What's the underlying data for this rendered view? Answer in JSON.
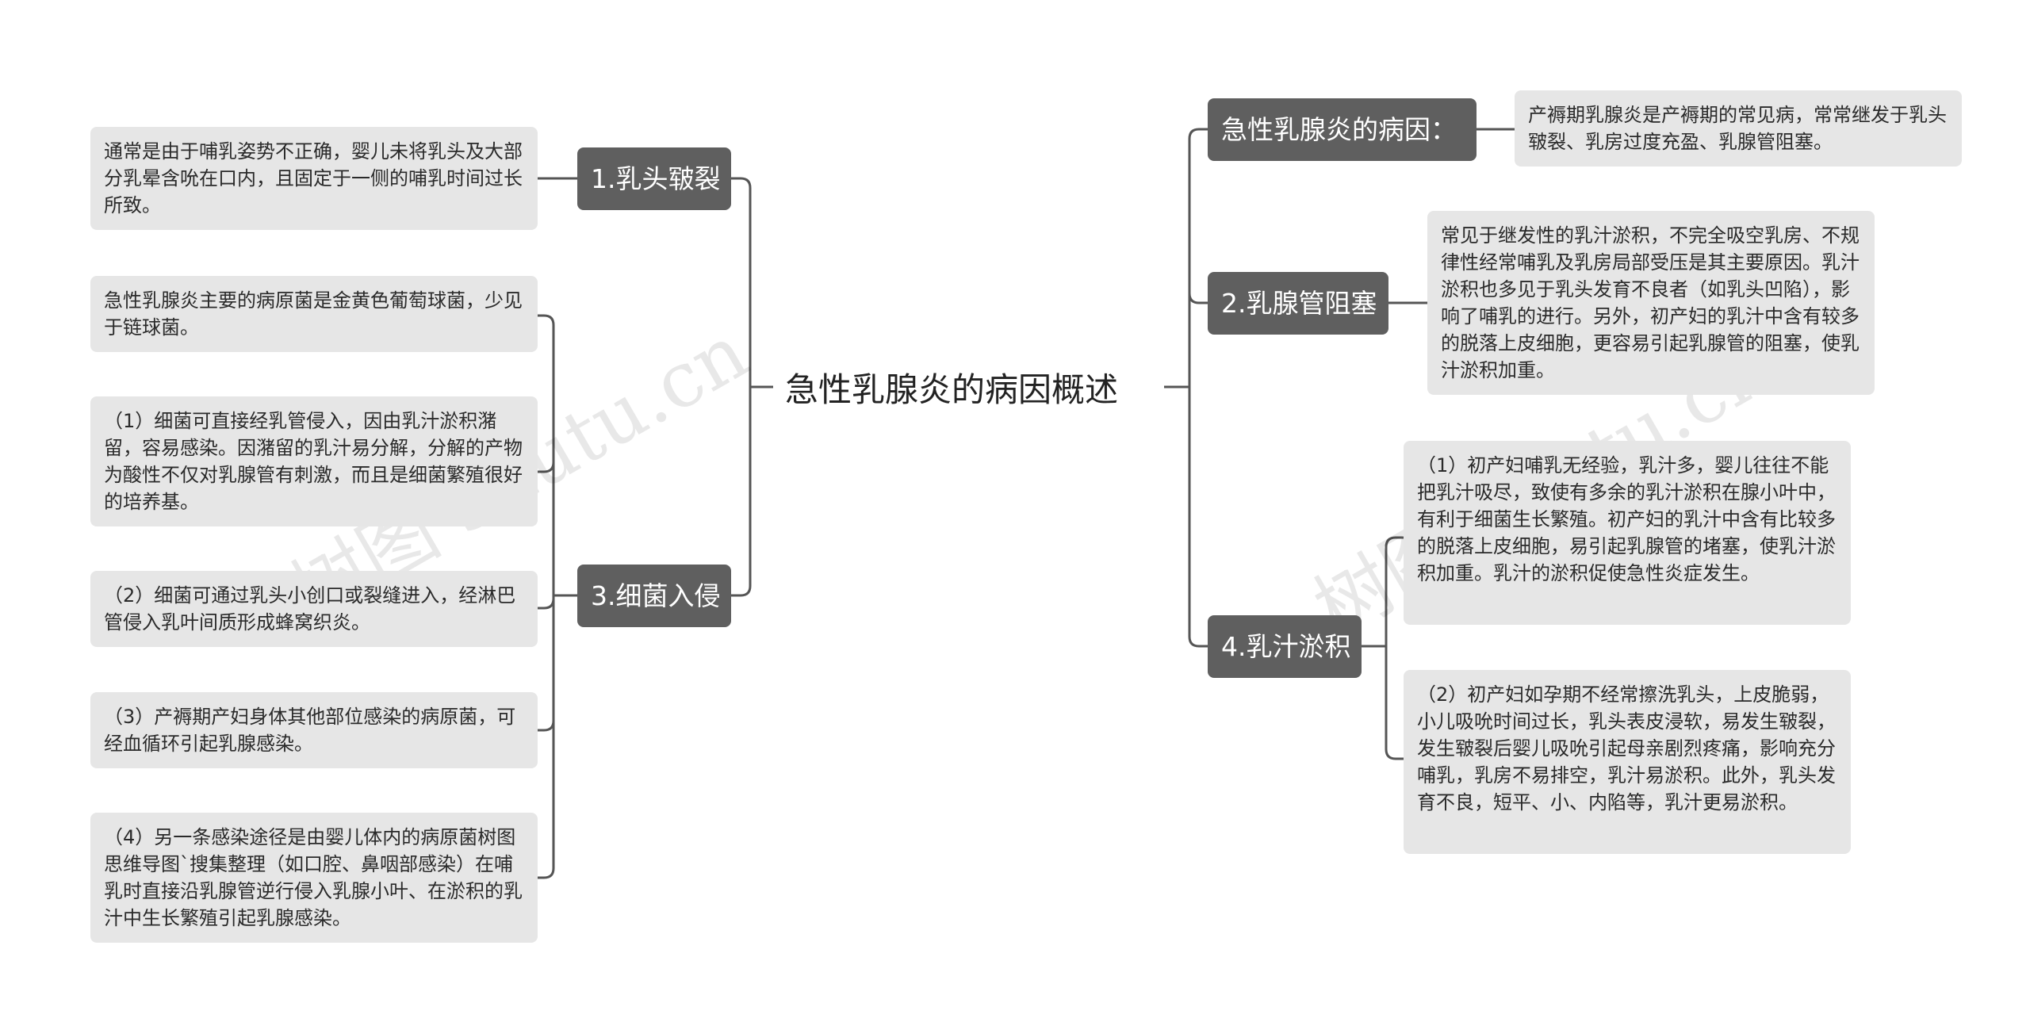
{
  "center": {
    "title": "急性乳腺炎的病因概述"
  },
  "watermarks": [
    "树图 shutu.cn",
    "树图 shutu.cn"
  ],
  "left": {
    "nipple_fissure": {
      "label": "1.乳头皲裂",
      "leaf": "通常是由于哺乳姿势不正确，婴儿未将乳头及大部分乳晕含吮在口内，且固定于一侧的哺乳时间过长所致。"
    },
    "bacteria": {
      "label": "3.细菌入侵",
      "leaves": [
        "急性乳腺炎主要的病原菌是金黄色葡萄球菌，少见于链球菌。",
        "（1）细菌可直接经乳管侵入，因由乳汁淤积潴留，容易感染。因潴留的乳汁易分解，分解的产物为酸性不仅对乳腺管有刺激，而且是细菌繁殖很好的培养基。",
        "（2）细菌可通过乳头小创口或裂缝进入，经淋巴管侵入乳叶间质形成蜂窝织炎。",
        "（3）产褥期产妇身体其他部位感染的病原菌，可经血循环引起乳腺感染。",
        "（4）另一条感染途径是由婴儿体内的病原菌树图思维导图`搜集整理（如口腔、鼻咽部感染）在哺乳时直接沿乳腺管逆行侵入乳腺小叶、在淤积的乳汁中生长繁殖引起乳腺感染。"
      ]
    }
  },
  "right": {
    "cause": {
      "label": "急性乳腺炎的病因：",
      "leaf": "产褥期乳腺炎是产褥期的常见病，常常继发于乳头皲裂、乳房过度充盈、乳腺管阻塞。"
    },
    "duct": {
      "label": "2.乳腺管阻塞",
      "leaf": "常见于继发性的乳汁淤积，不完全吸空乳房、不规律性经常哺乳及乳房局部受压是其主要原因。乳汁淤积也多见于乳头发育不良者（如乳头凹陷），影响了哺乳的进行。另外，初产妇的乳汁中含有较多的脱落上皮细胞，更容易引起乳腺管的阻塞，使乳汁淤积加重。"
    },
    "milk": {
      "label": "4.乳汁淤积",
      "leaves": [
        "（1）初产妇哺乳无经验，乳汁多，婴儿往往不能把乳汁吸尽，致使有多余的乳汁淤积在腺小叶中，有利于细菌生长繁殖。初产妇的乳汁中含有比较多的脱落上皮细胞，易引起乳腺管的堵塞，使乳汁淤积加重。乳汁的淤积促使急性炎症发生。",
        "（2）初产妇如孕期不经常擦洗乳头，上皮脆弱，小儿吸吮时间过长，乳头表皮浸软，易发生皲裂，发生皲裂后婴儿吸吮引起母亲剧烈疼痛，影响充分哺乳，乳房不易排空，乳汁易淤积。此外，乳头发育不良，短平、小、内陷等，乳汁更易淤积。"
      ]
    }
  }
}
